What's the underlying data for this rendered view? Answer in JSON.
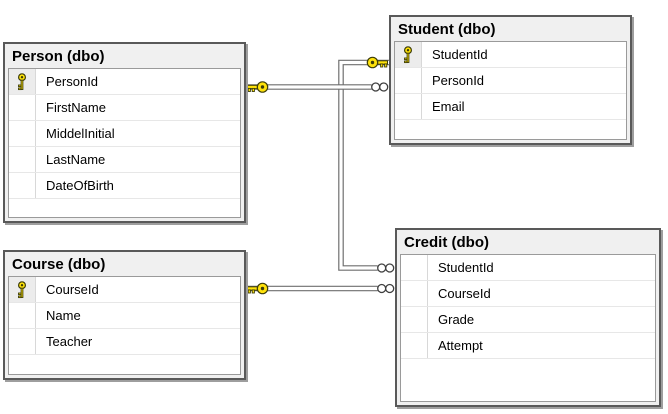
{
  "diagram": {
    "kind": "database-diagram",
    "tables": [
      {
        "title": "Person (dbo)",
        "columns": [
          {
            "name": "PersonId",
            "pk": true
          },
          {
            "name": "FirstName",
            "pk": false
          },
          {
            "name": "MiddelInitial",
            "pk": false
          },
          {
            "name": "LastName",
            "pk": false
          },
          {
            "name": "DateOfBirth",
            "pk": false
          }
        ]
      },
      {
        "title": "Student (dbo)",
        "columns": [
          {
            "name": "StudentId",
            "pk": true
          },
          {
            "name": "PersonId",
            "pk": false
          },
          {
            "name": "Email",
            "pk": false
          }
        ]
      },
      {
        "title": "Course (dbo)",
        "columns": [
          {
            "name": "CourseId",
            "pk": true
          },
          {
            "name": "Name",
            "pk": false
          },
          {
            "name": "Teacher",
            "pk": false
          }
        ]
      },
      {
        "title": "Credit (dbo)",
        "columns": [
          {
            "name": "StudentId",
            "pk": false
          },
          {
            "name": "CourseId",
            "pk": false
          },
          {
            "name": "Grade",
            "pk": false
          },
          {
            "name": "Attempt",
            "pk": false
          }
        ]
      }
    ],
    "relationships": [
      {
        "one_side": "Person (dbo)",
        "many_side": "Student (dbo)",
        "one_symbol": "key",
        "many_symbol": "infinity"
      },
      {
        "one_side": "Student (dbo)",
        "many_side": "Credit (dbo)",
        "one_symbol": "key",
        "many_symbol": "infinity"
      },
      {
        "one_side": "Course (dbo)",
        "many_side": "Credit (dbo)",
        "one_symbol": "key",
        "many_symbol": "infinity"
      }
    ],
    "colors": {
      "key_yellow": "#ffe20a",
      "key_outline": "#3d3d08",
      "table_border": "#595959",
      "table_header_bg": "#f0f0f0",
      "grid_border": "#9a9a9a",
      "row_separator": "#e7e7e7",
      "pipe_gray": "#6f6f6f",
      "shadow_gray": "#9e9e9e",
      "background": "#ffffff"
    }
  }
}
